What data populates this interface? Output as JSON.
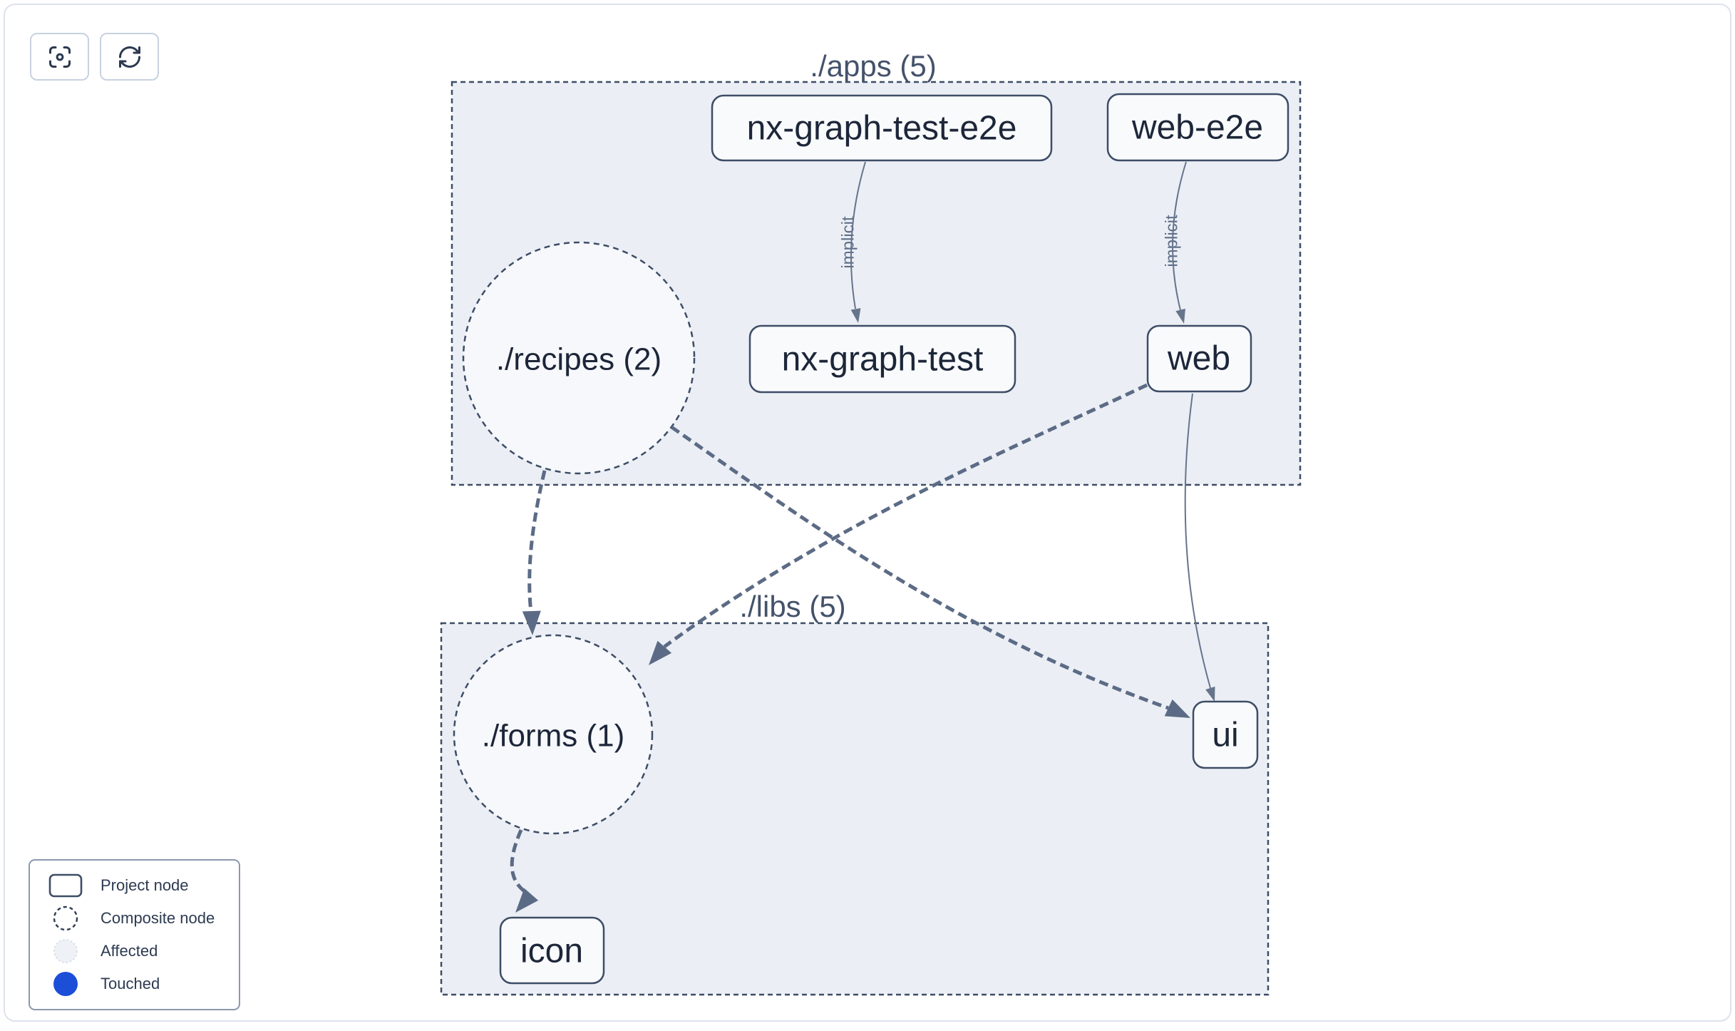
{
  "toolbar": {
    "buttons": [
      {
        "name": "focus",
        "icon": "focus-icon"
      },
      {
        "name": "refresh",
        "icon": "refresh-icon"
      }
    ]
  },
  "graph": {
    "clusters": [
      {
        "id": "apps",
        "label": "./apps (5)"
      },
      {
        "id": "libs",
        "label": "./libs (5)"
      }
    ],
    "nodes": [
      {
        "id": "nx-graph-test-e2e",
        "label": "nx-graph-test-e2e",
        "type": "project",
        "cluster": "apps"
      },
      {
        "id": "web-e2e",
        "label": "web-e2e",
        "type": "project",
        "cluster": "apps"
      },
      {
        "id": "recipes",
        "label": "./recipes (2)",
        "type": "composite",
        "cluster": "apps"
      },
      {
        "id": "nx-graph-test",
        "label": "nx-graph-test",
        "type": "project",
        "cluster": "apps"
      },
      {
        "id": "web",
        "label": "web",
        "type": "project",
        "cluster": "apps"
      },
      {
        "id": "forms",
        "label": "./forms (1)",
        "type": "composite",
        "cluster": "libs"
      },
      {
        "id": "ui",
        "label": "ui",
        "type": "project",
        "cluster": "libs"
      },
      {
        "id": "icon",
        "label": "icon",
        "type": "project",
        "cluster": "libs"
      }
    ],
    "edges": [
      {
        "from": "nx-graph-test-e2e",
        "to": "nx-graph-test",
        "label": "implicit",
        "style": "solid-thin"
      },
      {
        "from": "web-e2e",
        "to": "web",
        "label": "implicit",
        "style": "solid-thin"
      },
      {
        "from": "recipes",
        "to": "forms",
        "label": "",
        "style": "dashed-thick"
      },
      {
        "from": "recipes",
        "to": "ui",
        "label": "",
        "style": "dashed-thick"
      },
      {
        "from": "web",
        "to": "forms",
        "label": "",
        "style": "dashed-thick"
      },
      {
        "from": "web",
        "to": "ui",
        "label": "",
        "style": "solid-thin"
      },
      {
        "from": "forms",
        "to": "icon",
        "label": "",
        "style": "dashed-thick"
      }
    ]
  },
  "legend": {
    "items": [
      {
        "label": "Project node",
        "swatch": "project-rect"
      },
      {
        "label": "Composite node",
        "swatch": "composite-circle"
      },
      {
        "label": "Affected",
        "swatch": "affected-circle"
      },
      {
        "label": "Touched",
        "swatch": "touched-circle"
      }
    ]
  },
  "colors": {
    "touched_blue": "#1d4ed8",
    "affected_fill": "#eef1f6",
    "cluster_fill": "#ebeff5",
    "node_fill": "#f8fafc",
    "node_border": "#3e4d66",
    "edge": "#5c6b85",
    "node_text": "#1d2639"
  }
}
